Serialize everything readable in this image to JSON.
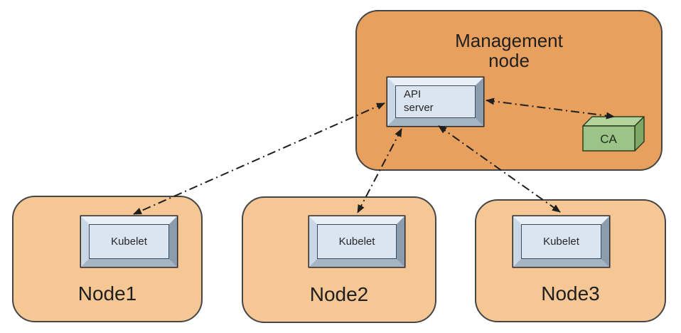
{
  "colors": {
    "management-fill": "#e7a05e",
    "node-fill": "#f5c795",
    "shape-border": "#454545",
    "bevel-fill": "#dbe5f1",
    "bevel-top": "#e9eff7",
    "bevel-left": "#c9d7e7",
    "bevel-right": "#8b9cae",
    "bevel-bottom": "#a5b5c4",
    "ca-front": "#9cc488",
    "ca-top": "#b2d49c",
    "ca-side": "#7fa765",
    "arrow": "#1f1f1f",
    "text": "#1f1f1f"
  },
  "management_node": {
    "title": "Management\nnode",
    "api_server": {
      "label": "API\nserver"
    },
    "ca": {
      "label": "CA"
    }
  },
  "nodes": [
    {
      "label": "Node1",
      "component": "Kubelet"
    },
    {
      "label": "Node2",
      "component": "Kubelet"
    },
    {
      "label": "Node3",
      "component": "Kubelet"
    }
  ],
  "connections": [
    {
      "from": "API server",
      "to": "Kubelet (Node1)",
      "style": "dash-dot",
      "bidirectional": true
    },
    {
      "from": "API server",
      "to": "Kubelet (Node2)",
      "style": "dash-dot",
      "bidirectional": true
    },
    {
      "from": "API server",
      "to": "Kubelet (Node3)",
      "style": "dash-dot",
      "bidirectional": true
    },
    {
      "from": "API server",
      "to": "CA",
      "style": "dash-dot",
      "bidirectional": true
    }
  ]
}
